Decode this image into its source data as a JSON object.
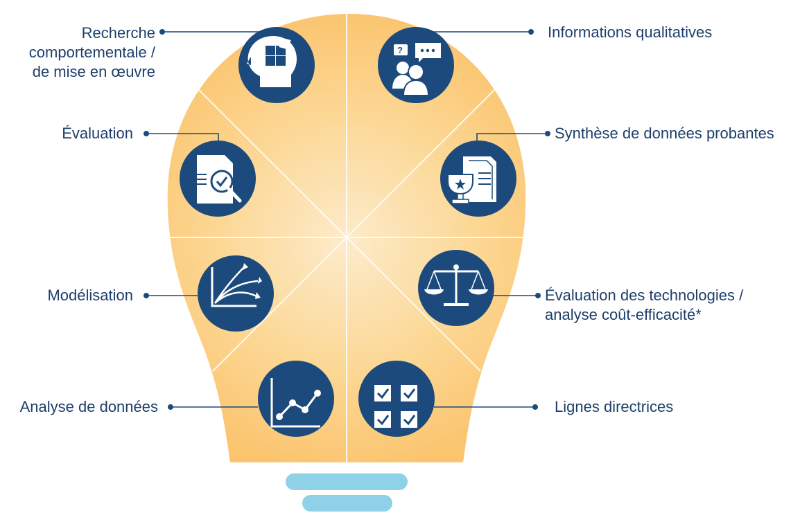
{
  "categories": {
    "behavioural": {
      "lines": [
        "Recherche",
        "comportementale /",
        "de mise en œuvre"
      ],
      "icon": "head-puzzle-icon"
    },
    "qualitative": {
      "lines": [
        "Informations qualitatives"
      ],
      "icon": "people-conversation-icon"
    },
    "evaluation": {
      "lines": [
        "Évaluation"
      ],
      "icon": "document-magnifier-check-icon"
    },
    "evidence_synthesis": {
      "lines": [
        "Synthèse de données probantes"
      ],
      "icon": "trophy-documents-icon"
    },
    "modelling": {
      "lines": [
        "Modélisation"
      ],
      "icon": "curves-chart-icon"
    },
    "hta": {
      "lines": [
        "Évaluation des technologies /",
        "analyse coût-efficacité*"
      ],
      "icon": "balance-scale-icon"
    },
    "data_analysis": {
      "lines": [
        "Analyse de données"
      ],
      "icon": "line-chart-icon"
    },
    "guidelines": {
      "lines": [
        "Lignes directrices"
      ],
      "icon": "checklist-icon"
    }
  },
  "colors": {
    "bulb_light": "#fde8c3",
    "bulb_dark": "#fbc875",
    "icon_circle": "#1d4a7c",
    "text": "#1d3f6b",
    "base": "#8fd1e6"
  }
}
